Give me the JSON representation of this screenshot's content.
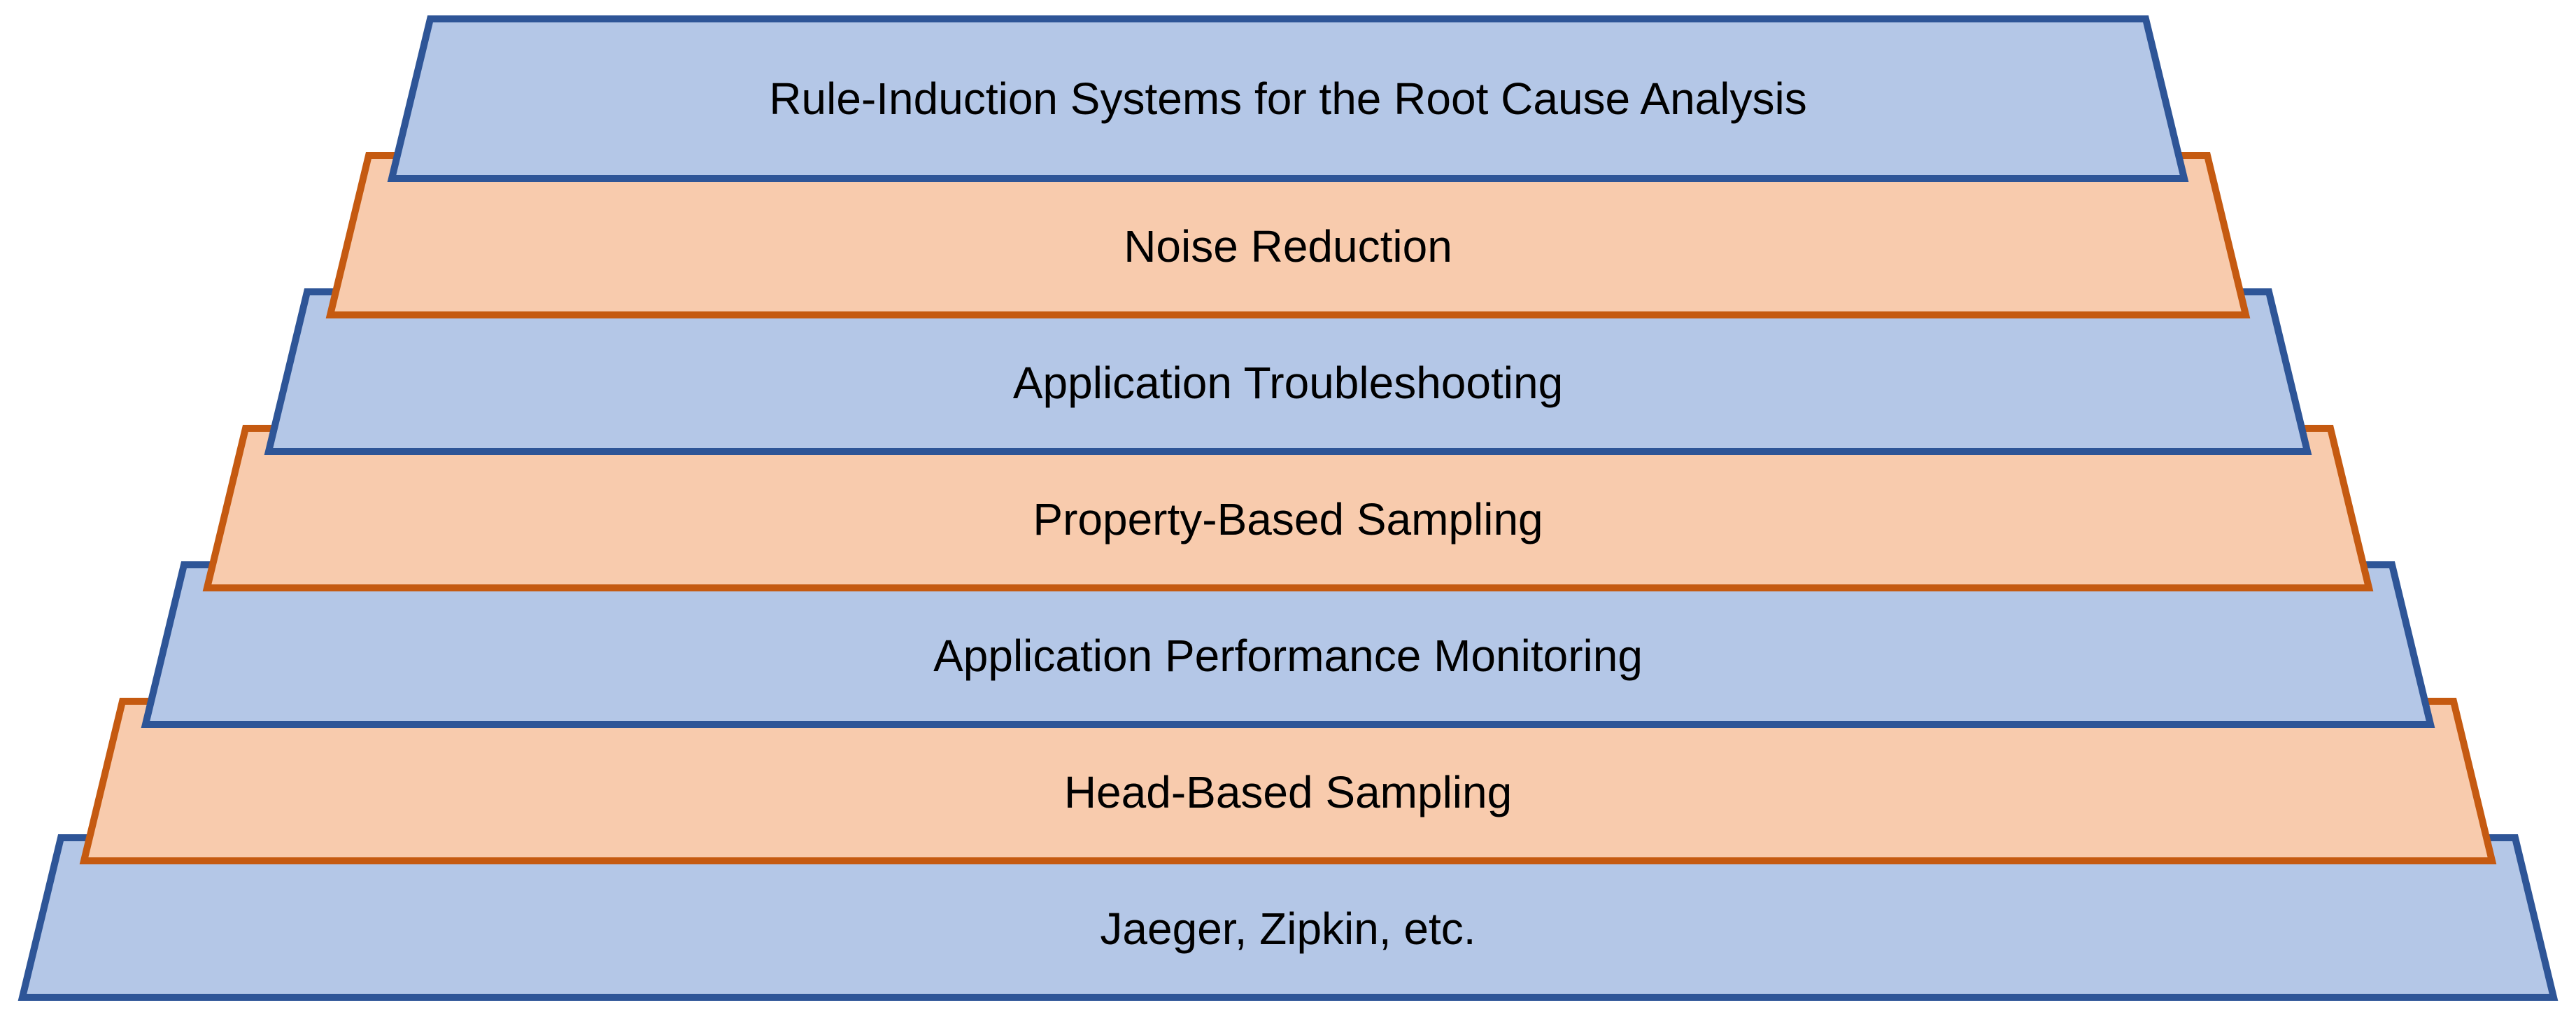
{
  "diagram": {
    "type": "stepped-pyramid",
    "background_color": "#ffffff",
    "text_color": "#000000",
    "palette": {
      "blue_fill": "#B4C7E7",
      "blue_border": "#2E5597",
      "orange_fill": "#F8CBAD",
      "orange_border": "#C55A11"
    },
    "layers": [
      {
        "label": "Rule-Induction Systems for the Root Cause Analysis",
        "fill": "#B4C7E7",
        "border": "#2E5597"
      },
      {
        "label": "Noise Reduction",
        "fill": "#F8CBAD",
        "border": "#C55A11"
      },
      {
        "label": "Application Troubleshooting",
        "fill": "#B4C7E7",
        "border": "#2E5597"
      },
      {
        "label": "Property-Based Sampling",
        "fill": "#F8CBAD",
        "border": "#C55A11"
      },
      {
        "label": "Application Performance Monitoring",
        "fill": "#B4C7E7",
        "border": "#2E5597"
      },
      {
        "label": "Head-Based Sampling",
        "fill": "#F8CBAD",
        "border": "#C55A11"
      },
      {
        "label": "Jaeger, Zipkin, etc.",
        "fill": "#B4C7E7",
        "border": "#2E5597"
      }
    ]
  }
}
